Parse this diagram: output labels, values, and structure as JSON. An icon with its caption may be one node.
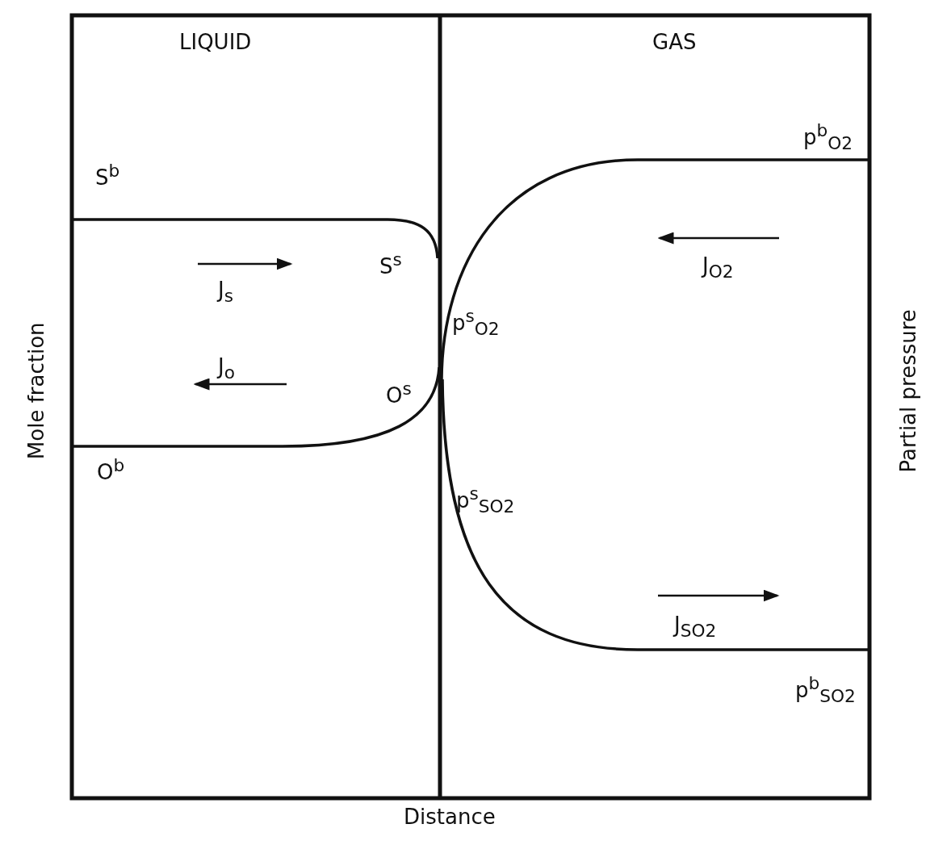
{
  "diagram": {
    "labels": [
      "LIQUID",
      "GAS",
      "p$^{b}$$_{O2}$",
      "S$^{b}$",
      "J$_{O2}$",
      "S$^{s}$",
      "J$_{s}$",
      "p$^{s}$$_{O2}$",
      "Mole fraction",
      "Partial pressure",
      "O$^{s}$",
      "J$_{o}$",
      "p$^{s}$$_{SO2}$",
      "O$^{b}$",
      "J$_{SO2}$",
      "p$^{b}$$_{SO2}$",
      "Distance"
    ]
  }
}
